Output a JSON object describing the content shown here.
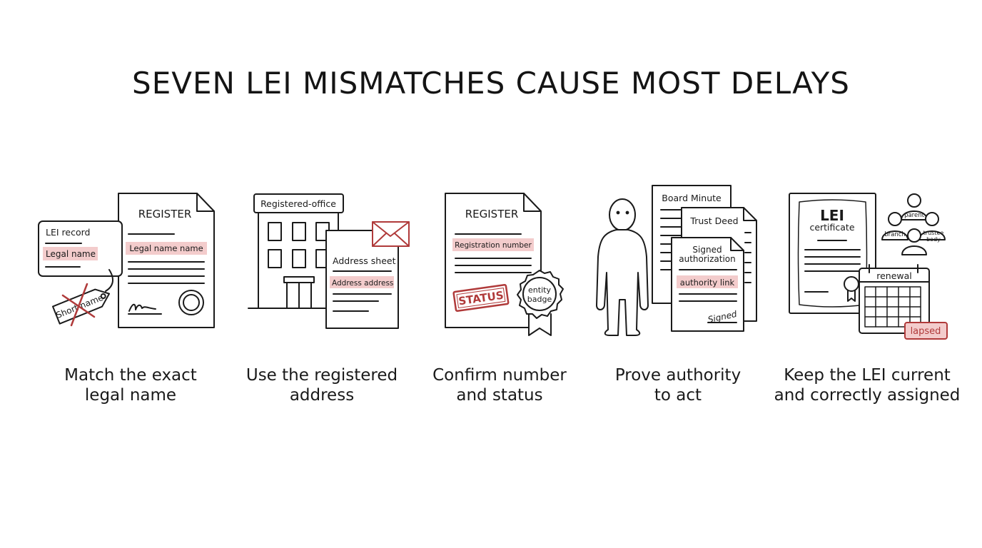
{
  "title": "SEVEN LEI MISMATCHES CAUSE MOST DELAYS",
  "colors": {
    "ink": "#1a1a1a",
    "accent": "#b03a3a",
    "highlight": "#f3cccc"
  },
  "panels": [
    {
      "caption": [
        "Match the exact",
        "legal name"
      ],
      "labels": {
        "lei_record": "LEI record",
        "legal_name": "Legal name",
        "register": "REGISTER",
        "legal_name_name": "Legal name name",
        "tag": "Short name"
      },
      "icons": [
        "document-icon",
        "tag-icon",
        "signature-icon",
        "seal-icon"
      ]
    },
    {
      "caption": [
        "Use the registered",
        "address"
      ],
      "labels": {
        "office": "Registered-office",
        "address_sheet": "Address sheet",
        "address_address": "Address address"
      },
      "icons": [
        "building-icon",
        "envelope-icon",
        "document-icon"
      ]
    },
    {
      "caption": [
        "Confirm number",
        "and status"
      ],
      "labels": {
        "register": "REGISTER",
        "registration_number": "Registration number",
        "status": "STATUS",
        "badge_line1": "entity",
        "badge_line2": "badge"
      },
      "icons": [
        "document-icon",
        "stamp-icon",
        "badge-icon"
      ]
    },
    {
      "caption": [
        "Prove authority",
        "to act"
      ],
      "labels": {
        "board_minute": "Board Minute",
        "trust_deed": "Trust Deed",
        "signed_line1": "Signed",
        "signed_line2": "authorization",
        "authority_link": "authority link",
        "signature": "Signed"
      },
      "icons": [
        "person-icon",
        "document-stack-icon",
        "signature-icon"
      ]
    },
    {
      "caption": [
        "Keep the LEI current",
        "and correctly assigned"
      ],
      "labels": {
        "lei": "LEI",
        "certificate": "certificate",
        "renewal": "renewal",
        "lapsed": "lapsed",
        "parent": "parent",
        "branch": "branch",
        "trustee_line1": "trustee",
        "trustee_line2": "body"
      },
      "icons": [
        "certificate-icon",
        "calendar-icon",
        "org-group-icon"
      ]
    }
  ]
}
